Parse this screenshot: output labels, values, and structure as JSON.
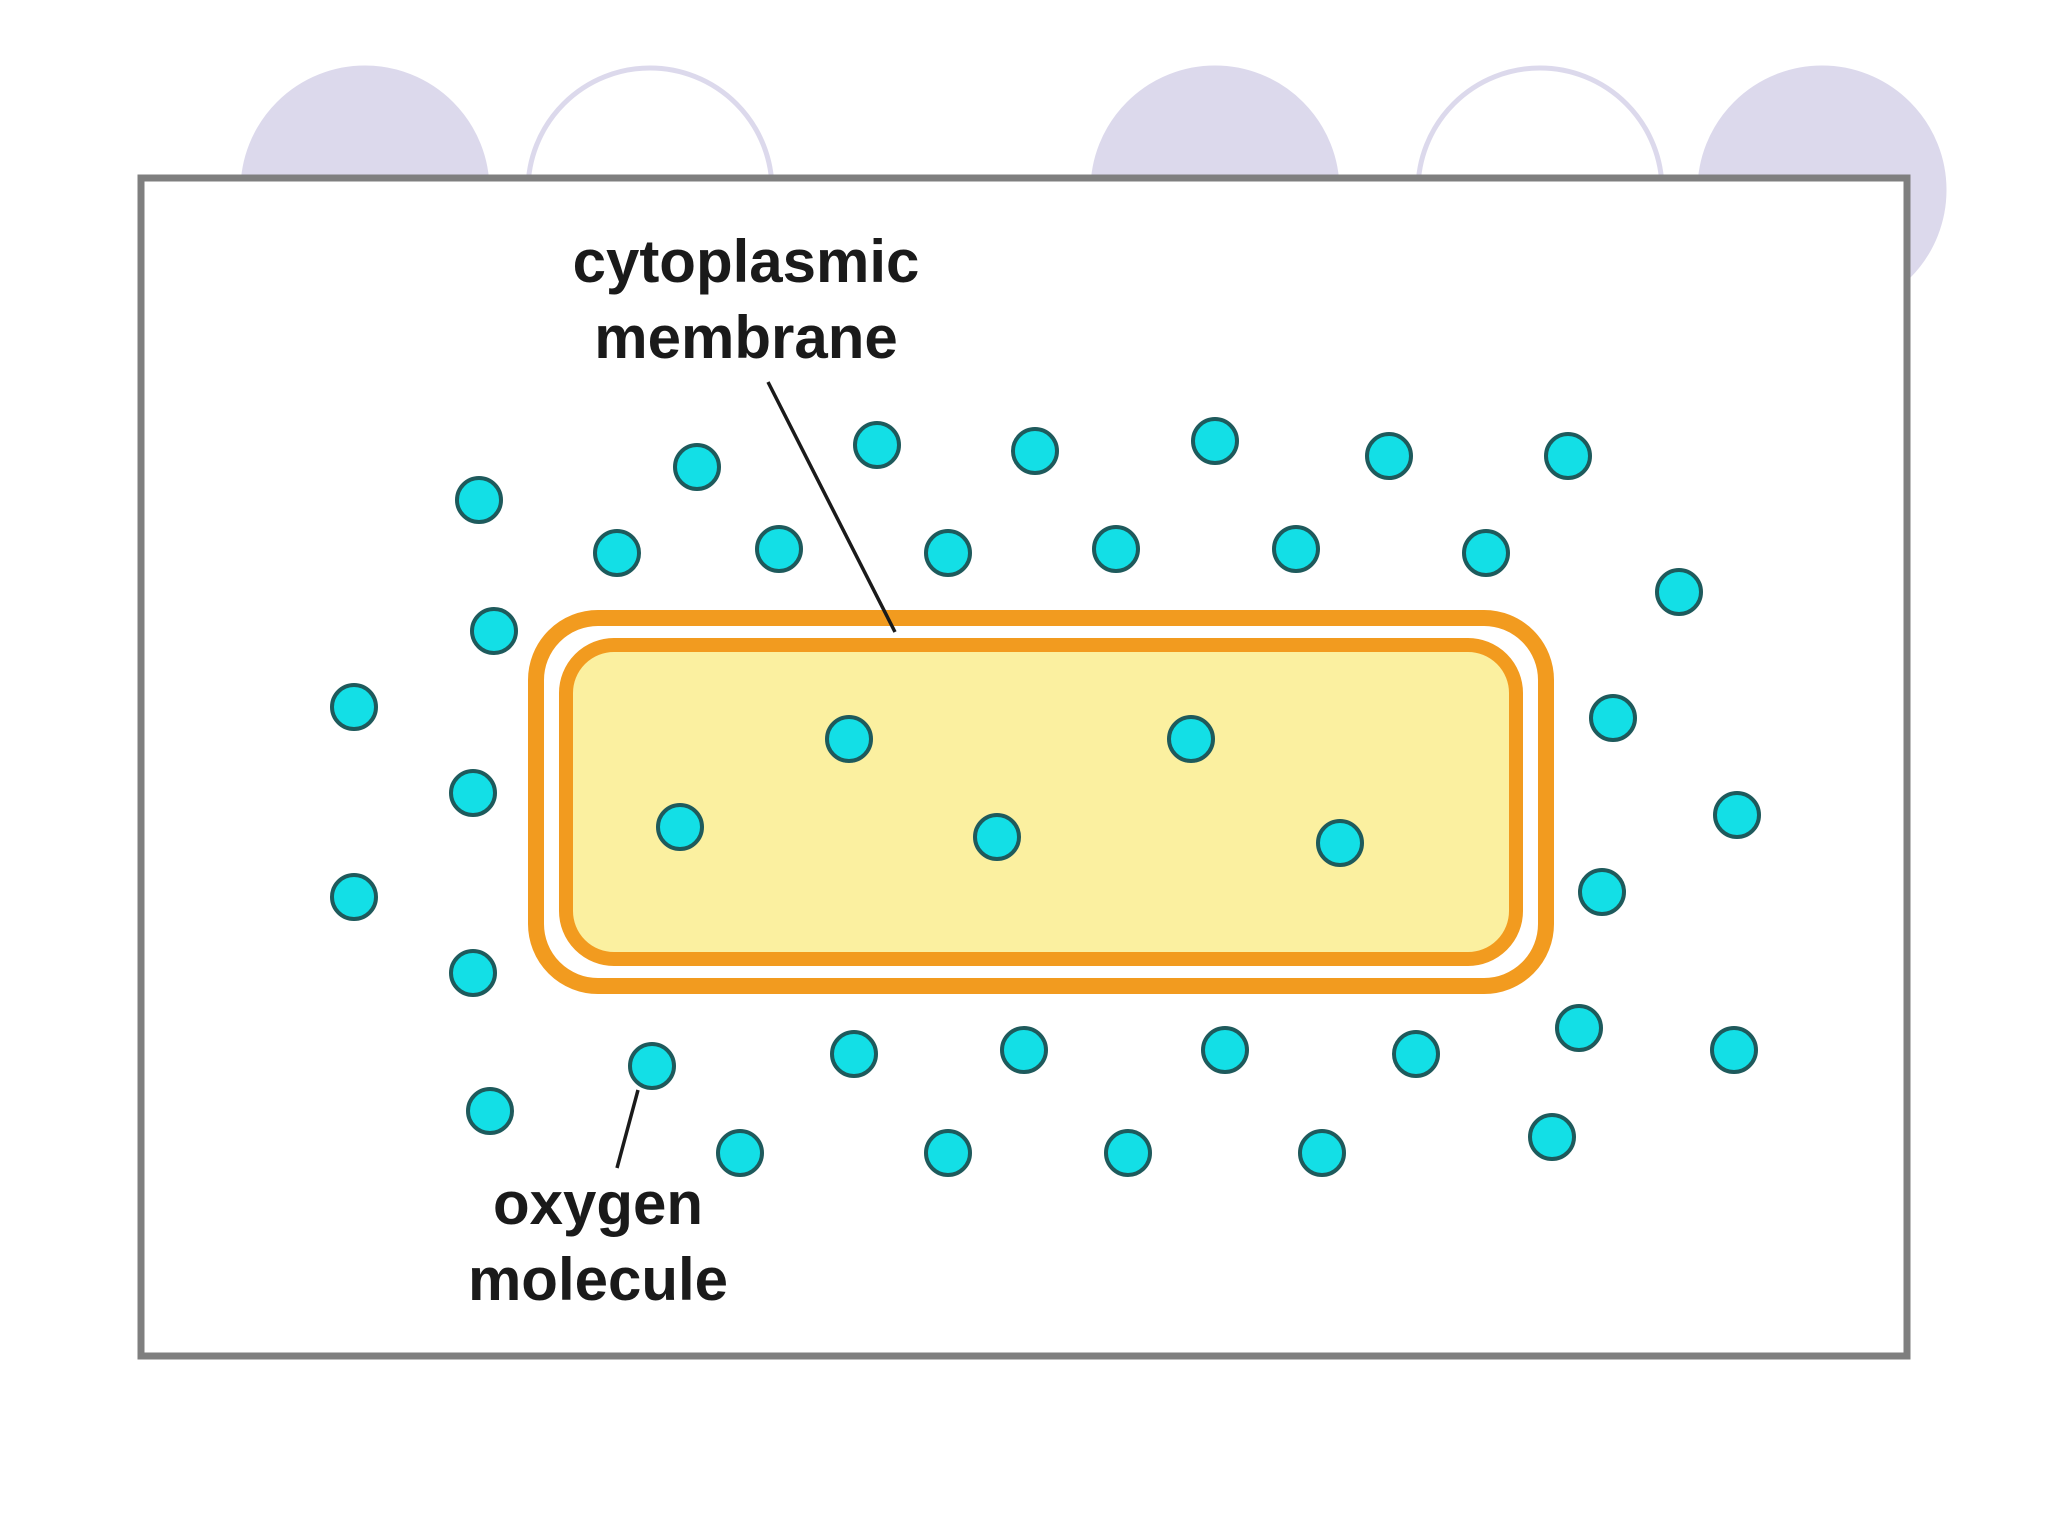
{
  "diagram": {
    "labels": {
      "membrane_line1": "cytoplasmic",
      "membrane_line2": "membrane",
      "molecule_line1": "oxygen",
      "molecule_line2": "molecule"
    }
  },
  "colors": {
    "deco_fill": "#dcd9ec",
    "deco_stroke": "#dcd9ec",
    "frame_stroke": "#7f7f7f",
    "frame_fill": "#ffffff",
    "wall": "#f29b1f",
    "cytoplasm": "#fbf0a0",
    "cytoplasm_edge": "#f7e27a",
    "molecule_fill": "#13dfe6",
    "molecule_stroke": "#1e5a5c",
    "leader": "#1a1a1a"
  }
}
